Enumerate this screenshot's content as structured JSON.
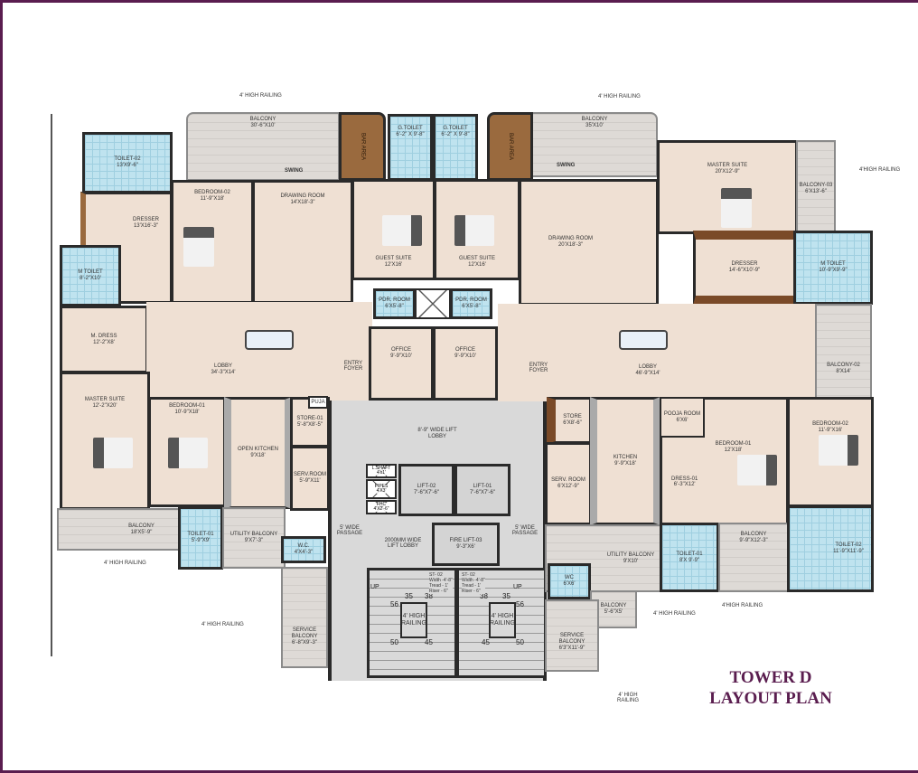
{
  "title": {
    "line1": "TOWER D",
    "line2": "LAYOUT PLAN"
  },
  "railings": [
    "4' HIGH RAILING",
    "4'  HIGH RAILING",
    "4'HIGH RAILING",
    "4' HIGH RAILING",
    "4' HIGH RAILING",
    "4'  HIGH RAILING",
    "4'HIGH RAILING",
    "4' HIGH RAILING"
  ],
  "left_unit": [
    {
      "name": "TOILET-02",
      "size": "13'x9'-6\""
    },
    {
      "name": "BALCONY",
      "size": "30'-6\"x10'"
    },
    {
      "name": "BAR AREA",
      "size": ""
    },
    {
      "name": "SWING",
      "size": ""
    },
    {
      "name": "G.TOILET",
      "size": "6'-2\" x 9'-8\""
    },
    {
      "name": "DRESSER",
      "size": "13'x16'-3\""
    },
    {
      "name": "BEDROOM-02",
      "size": "11'-9\"x18'"
    },
    {
      "name": "DRAWING ROOM",
      "size": "14'x18'-3\""
    },
    {
      "name": "GUEST SUITE",
      "size": "12'x16'"
    },
    {
      "name": "M TOILET",
      "size": "8'-2\"x10'"
    },
    {
      "name": "M. DRESS",
      "size": "12'-2\"x8'"
    },
    {
      "name": "LOBBY",
      "size": "34'-3\"x14'"
    },
    {
      "name": "PDR. ROOM",
      "size": "6'x5'-8\""
    },
    {
      "name": "OFFICE",
      "size": "9'-9\"x10'"
    },
    {
      "name": "ENTRY FOYER",
      "size": ""
    },
    {
      "name": "MASTER SUITE",
      "size": "12'-2\"x20'"
    },
    {
      "name": "BEDROOM-01",
      "size": "10'-9\"x18'"
    },
    {
      "name": "OPEN KITCHEN",
      "size": "9'x18'"
    },
    {
      "name": "STORE-01",
      "size": "5'-8\"x8'-5\""
    },
    {
      "name": "PUJA",
      "size": ""
    },
    {
      "name": "SERV.ROOM",
      "size": "5'-9\"x11'"
    },
    {
      "name": "BALCONY",
      "size": "18'x5'-9\""
    },
    {
      "name": "TOILET-01",
      "size": "5'-9\"x9'"
    },
    {
      "name": "UTILITY BALCONY",
      "size": "9'x7'-3\""
    },
    {
      "name": "W.C.",
      "size": "4'x4'-3\""
    },
    {
      "name": "SERVICE BALCONY",
      "size": "6'-8\"x9'-3\""
    }
  ],
  "core": {
    "lift_lobby": "8'-9\" WIDE LIFT LOBBY",
    "shafts": [
      {
        "name": "L.SHAFT",
        "size": "4'x1'"
      },
      {
        "name": "PIPES",
        "size": "4'X3'"
      },
      {
        "name": "FHC",
        "size": "4'X2'-6\""
      }
    ],
    "lifts": [
      {
        "name": "LIFT-02",
        "size": "7'-6\"X7'-6\""
      },
      {
        "name": "LIFT-01",
        "size": "7'-6\"X7'-6\""
      },
      {
        "name": "FIRE LIFT-03",
        "size": "9'-3\"X6'"
      }
    ],
    "passage_left": "5' WIDE PASSAGE",
    "passage_right": "5' WIDE PASSAGE",
    "small_lobby": "2000MM WIDE LIFT LOBBY",
    "stairs": [
      {
        "name": "ST- 02",
        "width": "Width -4'-8\"",
        "tread": "Tread - 1'",
        "riser": "Riser - 6\""
      },
      {
        "name": "ST- 02",
        "width": "Width -4'-8\"",
        "tread": "Tread - 1'",
        "riser": "Riser - 6\""
      }
    ],
    "stair_labels": {
      "up": "UP",
      "railing": "4' HIGH RAILING"
    },
    "step_numbers": [
      "35",
      "38",
      "56",
      "50",
      "45",
      "38",
      "35",
      "56",
      "45",
      "50"
    ]
  },
  "right_unit": [
    {
      "name": "BALCONY",
      "size": "35'x10'"
    },
    {
      "name": "BAR AREA",
      "size": ""
    },
    {
      "name": "SWING",
      "size": ""
    },
    {
      "name": "G.TOILET",
      "size": "6'-2\" x 9'-8\""
    },
    {
      "name": "GUEST SUITE",
      "size": "12'x16'"
    },
    {
      "name": "DRAWING ROOM",
      "size": "20'x18'-3\""
    },
    {
      "name": "MASTER SUITE",
      "size": "20'x12'-9\""
    },
    {
      "name": "BALCONY-03",
      "size": "6'X13'-6\""
    },
    {
      "name": "DRESSER",
      "size": "14'-6\"X10'-9\""
    },
    {
      "name": "M TOILET",
      "size": "10'-9\"x9'-9\""
    },
    {
      "name": "PDR. ROOM",
      "size": "6'x5'-8\""
    },
    {
      "name": "OFFICE",
      "size": "9'-9\"x10'"
    },
    {
      "name": "ENTRY FOYER",
      "size": ""
    },
    {
      "name": "LOBBY",
      "size": "46'-9\"x14'"
    },
    {
      "name": "BALCONY-02",
      "size": "8'x14'"
    },
    {
      "name": "STORE",
      "size": "6'x8'-6\""
    },
    {
      "name": "SERV. ROOM",
      "size": "6'x12'-9\""
    },
    {
      "name": "KITCHEN",
      "size": "9'-9\"x18'"
    },
    {
      "name": "POOJA ROOM",
      "size": "6'x6'"
    },
    {
      "name": "BEDROOM-01",
      "size": "12'x18'"
    },
    {
      "name": "DRESS-01",
      "size": "6'-3\"x12'"
    },
    {
      "name": "BEDROOM-02",
      "size": "11'-9\"x16'"
    },
    {
      "name": "UTILITY BALCONY",
      "size": "9'x10'"
    },
    {
      "name": "TOILET-01",
      "size": "8'x 9'-9\""
    },
    {
      "name": "BALCONY",
      "size": "9'-9\"x12'-3\""
    },
    {
      "name": "TOILET-02",
      "size": "11'-9\"x11'-9\""
    },
    {
      "name": "WC",
      "size": "6'x6'"
    },
    {
      "name": "BALCONY",
      "size": "5'-6\"x5'"
    },
    {
      "name": "SERVICE BALCONY",
      "size": "6'3\"X11'-9\""
    }
  ],
  "colors": {
    "floor": "#efe0d3",
    "tile": "#bfe3ef",
    "balcony": "#dedad6",
    "wood": "#9a6a3e",
    "core": "#d9d9d9",
    "title": "#5a1d4f",
    "wall": "#2a2a2a"
  }
}
